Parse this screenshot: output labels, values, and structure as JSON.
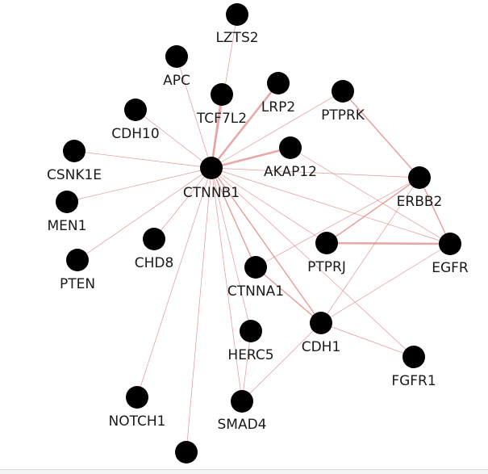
{
  "network": {
    "nodes": [
      {
        "id": "LZTS2",
        "label": "LZTS2"
      },
      {
        "id": "APC",
        "label": "APC"
      },
      {
        "id": "TCF7L2",
        "label": "TCF7L2"
      },
      {
        "id": "LRP2",
        "label": "LRP2"
      },
      {
        "id": "PTPRK",
        "label": "PTPRK"
      },
      {
        "id": "CDH10",
        "label": "CDH10"
      },
      {
        "id": "CSNK1E",
        "label": "CSNK1E"
      },
      {
        "id": "AKAP12",
        "label": "AKAP12"
      },
      {
        "id": "CTNNB1",
        "label": "CTNNB1"
      },
      {
        "id": "ERBB2",
        "label": "ERBB2"
      },
      {
        "id": "MEN1",
        "label": "MEN1"
      },
      {
        "id": "CHD8",
        "label": "CHD8"
      },
      {
        "id": "PTPRJ",
        "label": "PTPRJ"
      },
      {
        "id": "EGFR",
        "label": "EGFR"
      },
      {
        "id": "PTEN",
        "label": "PTEN"
      },
      {
        "id": "CTNNA1",
        "label": "CTNNA1"
      },
      {
        "id": "CDH1",
        "label": "CDH1"
      },
      {
        "id": "HERC5",
        "label": "HERC5"
      },
      {
        "id": "FGFR1",
        "label": "FGFR1"
      },
      {
        "id": "NOTCH1",
        "label": "NOTCH1"
      },
      {
        "id": "SMAD4",
        "label": "SMAD4"
      },
      {
        "id": "SMAD2",
        "label": ""
      }
    ],
    "edges": [
      {
        "s": "CTNNB1",
        "t": "LZTS2",
        "w": 1
      },
      {
        "s": "CTNNB1",
        "t": "APC",
        "w": 1
      },
      {
        "s": "CTNNB1",
        "t": "TCF7L2",
        "w": 3
      },
      {
        "s": "CTNNB1",
        "t": "LRP2",
        "w": 3
      },
      {
        "s": "CTNNB1",
        "t": "PTPRK",
        "w": 1
      },
      {
        "s": "CTNNB1",
        "t": "CDH10",
        "w": 1
      },
      {
        "s": "CTNNB1",
        "t": "CSNK1E",
        "w": 1
      },
      {
        "s": "CTNNB1",
        "t": "AKAP12",
        "w": 3
      },
      {
        "s": "CTNNB1",
        "t": "ERBB2",
        "w": 1
      },
      {
        "s": "CTNNB1",
        "t": "MEN1",
        "w": 1
      },
      {
        "s": "CTNNB1",
        "t": "CHD8",
        "w": 1
      },
      {
        "s": "CTNNB1",
        "t": "PTPRJ",
        "w": 1
      },
      {
        "s": "CTNNB1",
        "t": "EGFR",
        "w": 1
      },
      {
        "s": "CTNNB1",
        "t": "PTEN",
        "w": 1
      },
      {
        "s": "CTNNB1",
        "t": "CTNNA1",
        "w": 2
      },
      {
        "s": "CTNNB1",
        "t": "CDH1",
        "w": 2
      },
      {
        "s": "CTNNB1",
        "t": "HERC5",
        "w": 1
      },
      {
        "s": "CTNNB1",
        "t": "FGFR1",
        "w": 1
      },
      {
        "s": "CTNNB1",
        "t": "NOTCH1",
        "w": 1
      },
      {
        "s": "CTNNB1",
        "t": "SMAD4",
        "w": 1
      },
      {
        "s": "CTNNB1",
        "t": "SMAD2",
        "w": 1
      },
      {
        "s": "PTPRK",
        "t": "ERBB2",
        "w": 2
      },
      {
        "s": "ERBB2",
        "t": "PTPRJ",
        "w": 2
      },
      {
        "s": "ERBB2",
        "t": "EGFR",
        "w": 2
      },
      {
        "s": "PTPRJ",
        "t": "EGFR",
        "w": 3
      },
      {
        "s": "ERBB2",
        "t": "CTNNA1",
        "w": 1
      },
      {
        "s": "ERBB2",
        "t": "CDH1",
        "w": 1
      },
      {
        "s": "AKAP12",
        "t": "EGFR",
        "w": 1
      },
      {
        "s": "CTNNA1",
        "t": "CDH1",
        "w": 2
      },
      {
        "s": "CDH1",
        "t": "EGFR",
        "w": 1
      },
      {
        "s": "CDH1",
        "t": "FGFR1",
        "w": 1
      },
      {
        "s": "HERC5",
        "t": "SMAD4",
        "w": 1
      },
      {
        "s": "SMAD4",
        "t": "CDH1",
        "w": 1
      }
    ]
  },
  "colors": {
    "node": "#000000",
    "edge": "#e38a8a",
    "label": "#1a1a1a",
    "background": "#ffffff"
  }
}
